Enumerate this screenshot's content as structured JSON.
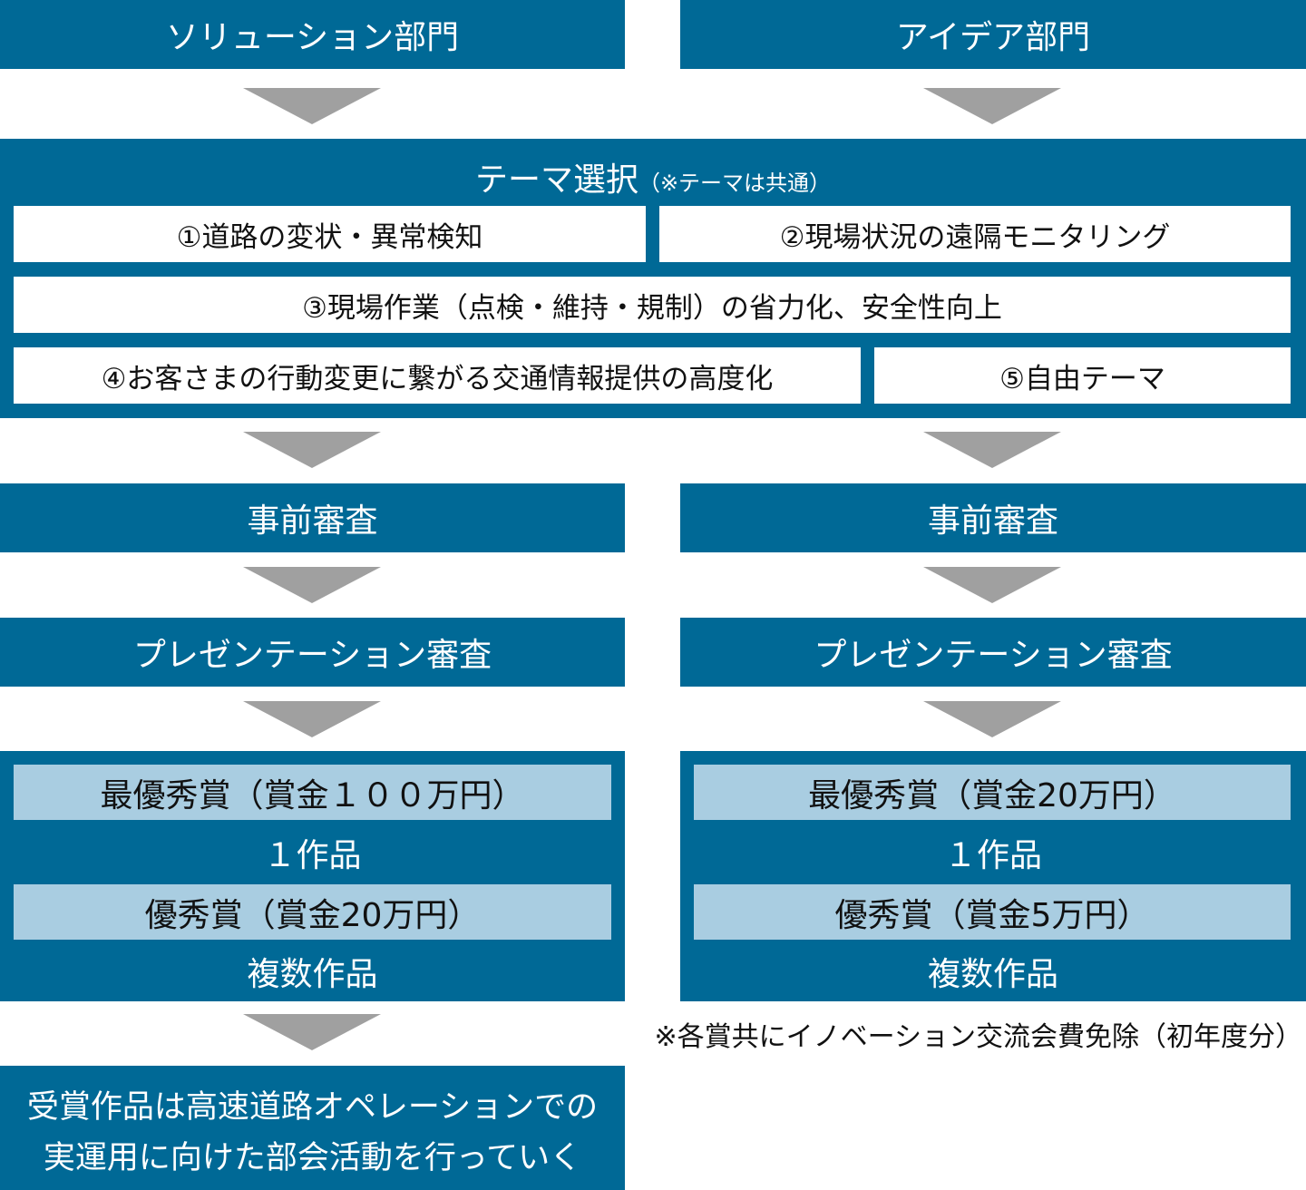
{
  "columns": {
    "solution": {
      "title": "ソリューション部門",
      "prescreen": "事前審査",
      "presentation": "プレゼンテーション審査",
      "grand_prize": "最優秀賞（賞金１００万円）",
      "grand_count": "１作品",
      "excellence_prize": "優秀賞（賞金20万円）",
      "excellence_count": "複数作品"
    },
    "idea": {
      "title": "アイデア部門",
      "prescreen": "事前審査",
      "presentation": "プレゼンテーション審査",
      "grand_prize": "最優秀賞（賞金20万円）",
      "grand_count": "１作品",
      "excellence_prize": "優秀賞（賞金5万円）",
      "excellence_count": "複数作品"
    }
  },
  "theme": {
    "title": "テーマ選択",
    "note": "（※テーマは共通）",
    "items": [
      "①道路の変状・異常検知",
      "②現場状況の遠隔モニタリング",
      "③現場作業（点検・維持・規制）の省力化、安全性向上",
      "④お客さまの行動変更に繋がる交通情報提供の高度化",
      "⑤自由テーマ"
    ]
  },
  "footnote": "※各賞共にイノベーション交流会費免除（初年度分）",
  "final": {
    "line1": "受賞作品は高速道路オペレーションでの",
    "line2": "実運用に向けた部会活動を行っていく"
  },
  "colors": {
    "primary": "#006996",
    "light": "#a9cde1",
    "arrow": "#a0a0a0"
  }
}
